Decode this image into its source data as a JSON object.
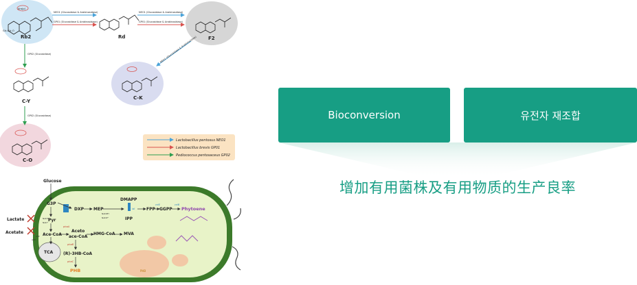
{
  "pathway": {
    "compounds": [
      "Rb2",
      "Rd",
      "F2",
      "C-K",
      "C-Y",
      "C-O"
    ],
    "sugar_labels": {
      "ara_p": "Ara(p)",
      "glc_glc": "Glc-Glc",
      "glc_glc_o": "Glc-Glc-O"
    },
    "enzymes": {
      "neo1": "NEO1 (Glucosidase & Arabinosidase)",
      "gp01": "GP01 (Glucosidase & Arabinosidase)",
      "gp02": "GP02 (Glucosidase)",
      "neo1_short": "NEO1 (Glucosidase & Arabinosidase)"
    },
    "legend": [
      {
        "name": "Lactobacillus pentosus NEO1",
        "color": "#4aa3d9"
      },
      {
        "name": "Lactobacillus brevis GP01",
        "color": "#d9534f"
      },
      {
        "name": "Pediococcus pentosaceus GP02",
        "color": "#2e9e4f"
      }
    ]
  },
  "cell": {
    "glucose": "Glucose",
    "g3p": "G3P",
    "pyr": "Pyr",
    "lactate": "Lactate",
    "acetate": "Acetate",
    "ace_coa": "Ace-CoA",
    "tca": "TCA",
    "dxp": "DXP",
    "mep": "MEP",
    "dmapp": "DMAPP",
    "ipp": "IPP",
    "fpp": "FPP",
    "ggpp": "GGPP",
    "phytoene": "Phytoene",
    "acetoace_coa_1": "Aceto",
    "acetoace_coa_2": "ace-CoA",
    "hmg_coa": "HMG-CoA",
    "mva": "MVA",
    "hb_coa": "(R)-3HB-CoA",
    "phb": "PHB",
    "phb_granule": "PHB",
    "nadh": "NADH",
    "nad": "NAD⁺",
    "nadph": "NADPH",
    "nadp": "NADP⁺",
    "atp": "ATP",
    "adp": "ADP",
    "crtE": "crtE",
    "crtB": "crtB",
    "phaA": "phaA",
    "phaB": "phaB",
    "phaC": "phaC",
    "idi": "idi"
  },
  "buttons": {
    "bioconversion": "Bioconversion",
    "gene_recombination": "유전자 재조합"
  },
  "caption": "增加有用菌株及有用物质的生产良率",
  "colors": {
    "accent": "#179e84"
  }
}
